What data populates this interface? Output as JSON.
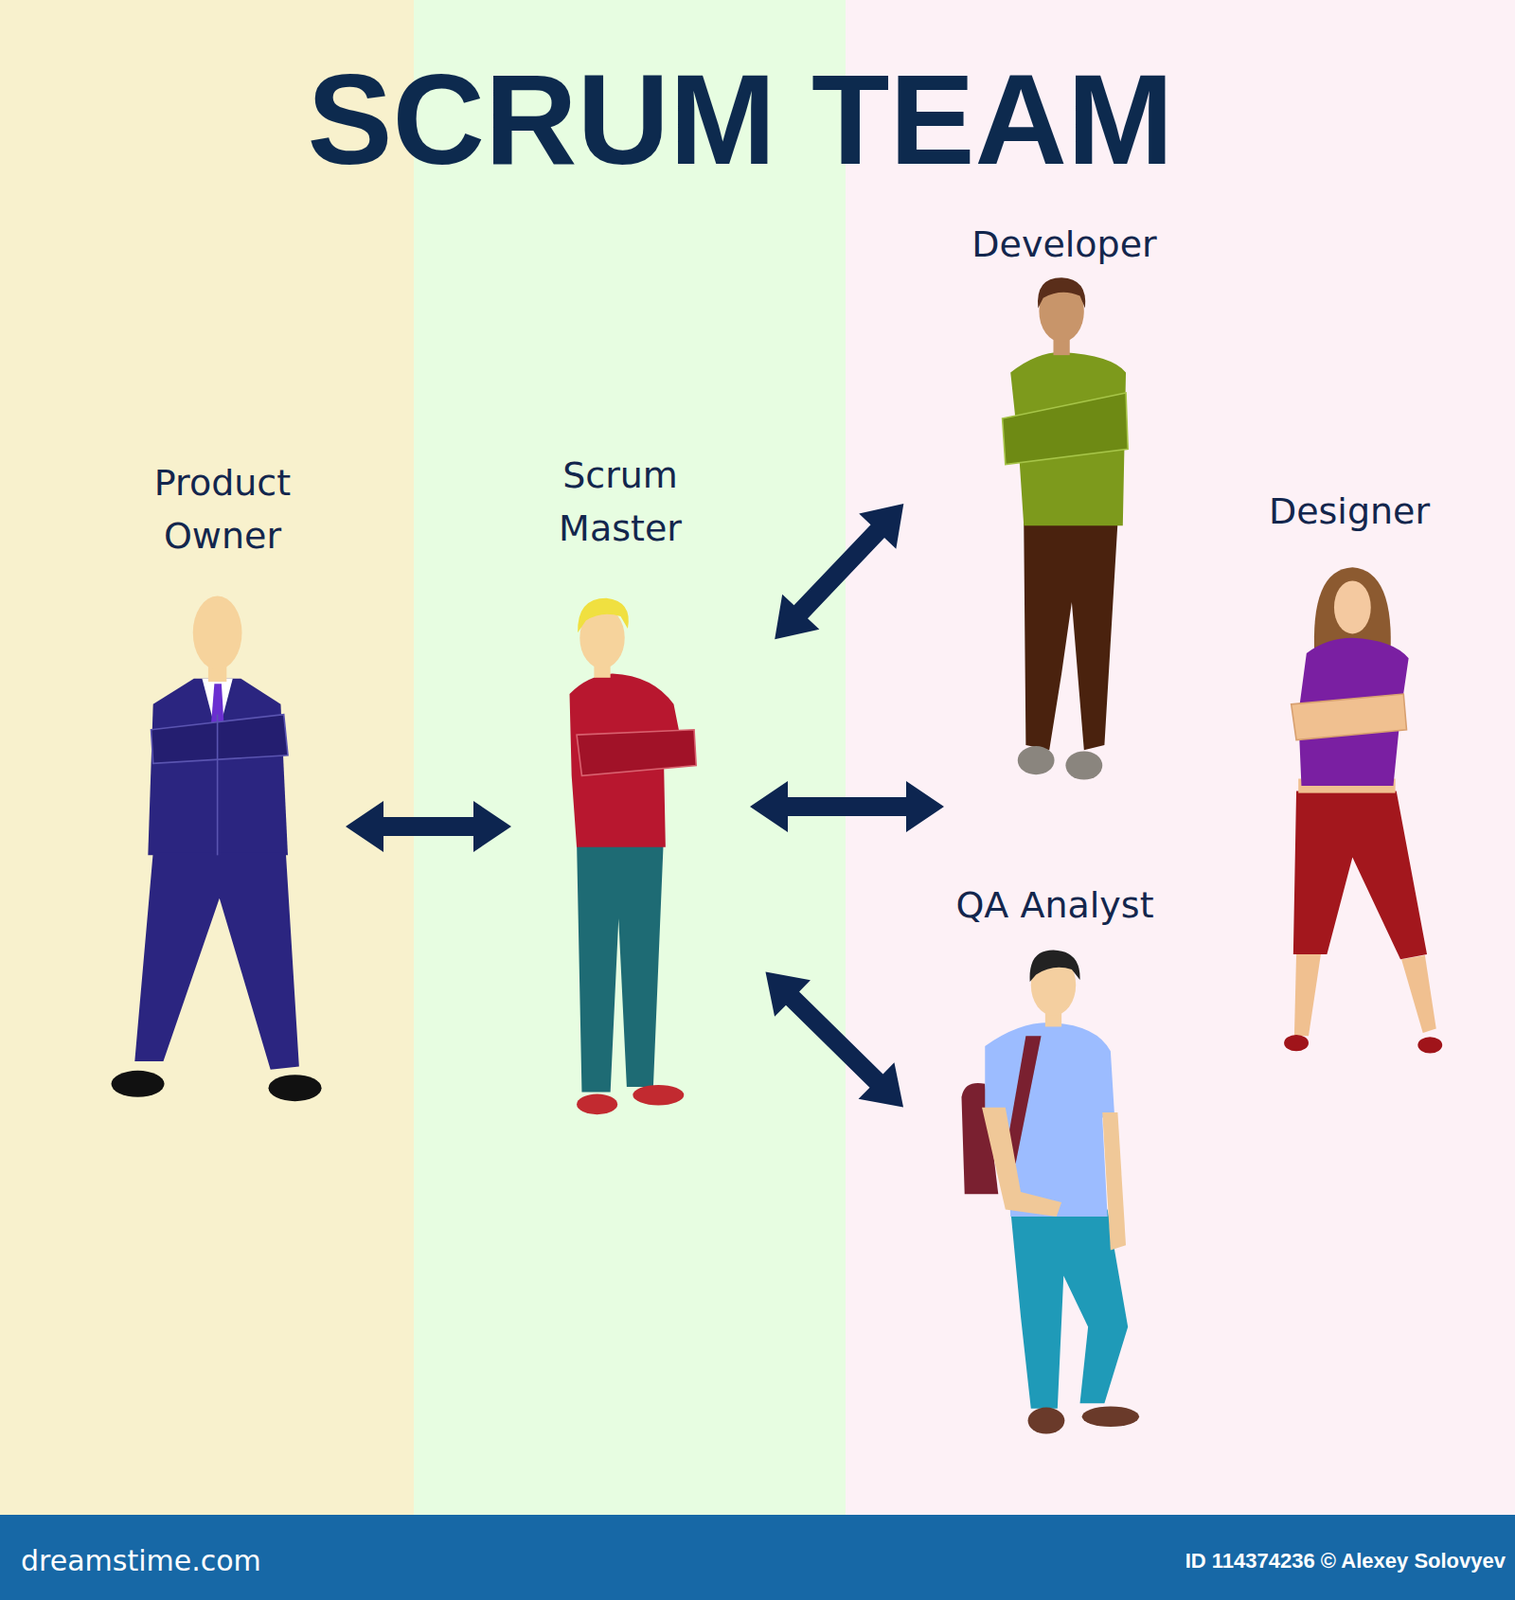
{
  "diagram": {
    "title": "SCRUM TEAM",
    "nodes": [
      {
        "text": [
          "Product Owner"
        ]
      },
      {
        "text": [
          "Scrum Master"
        ]
      },
      {
        "text": [
          "Developer"
        ]
      },
      {
        "text": [
          "Designer"
        ]
      },
      {
        "text": [
          "QA Analyst"
        ]
      }
    ],
    "edges": [
      {
        "from": 0,
        "to": 1,
        "arrow": "both"
      },
      {
        "from": 1,
        "to": 2,
        "arrow": "both"
      },
      {
        "from": 1,
        "to": 3,
        "arrow": "both"
      },
      {
        "from": 1,
        "to": 4,
        "arrow": "both"
      }
    ],
    "labels": [
      "dreamstime.com",
      "ID 114374236 © Alexey Solovyev"
    ]
  }
}
